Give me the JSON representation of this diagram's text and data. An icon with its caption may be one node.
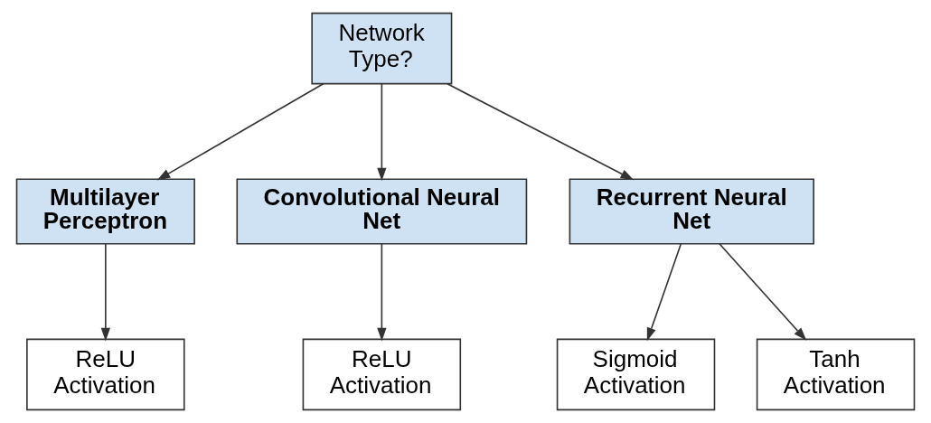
{
  "diagram": {
    "nodes": [
      {
        "text": [
          "Network Type?"
        ]
      },
      {
        "text": [
          "Multilayer Perceptron"
        ]
      },
      {
        "text": [
          "Convolutional Neural Net"
        ]
      },
      {
        "text": [
          "Recurrent Neural Net"
        ]
      },
      {
        "text": [
          "ReLU Activation"
        ]
      },
      {
        "text": [
          "ReLU Activation"
        ]
      },
      {
        "text": [
          "Sigmoid Activation"
        ]
      },
      {
        "text": [
          "Tanh Activation"
        ]
      }
    ],
    "edges": [
      {
        "from": 0,
        "to": 1,
        "arrow": "to"
      },
      {
        "from": 0,
        "to": 2,
        "arrow": "to"
      },
      {
        "from": 0,
        "to": 3,
        "arrow": "to"
      },
      {
        "from": 1,
        "to": 4,
        "arrow": "to"
      },
      {
        "from": 2,
        "to": 5,
        "arrow": "to"
      },
      {
        "from": 3,
        "to": 6,
        "arrow": "to"
      },
      {
        "from": 3,
        "to": 7,
        "arrow": "to"
      }
    ]
  }
}
